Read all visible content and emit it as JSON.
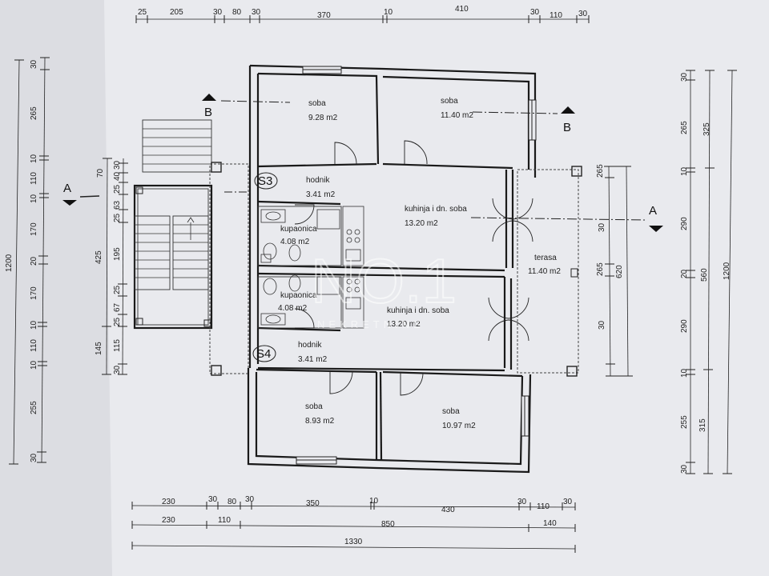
{
  "dims": {
    "top": [
      "25",
      "205",
      "30",
      "80",
      "30",
      "370",
      "10",
      "410",
      "30",
      "110",
      "30"
    ],
    "bottom1": [
      "230",
      "30",
      "80",
      "30",
      "350",
      "10",
      "430",
      "30",
      "110",
      "30"
    ],
    "bottom2": [
      "230",
      "110",
      "850",
      "140"
    ],
    "bottom3": [
      "1330"
    ],
    "left_outer": [
      "1200"
    ],
    "left_mid": [
      "30",
      "265",
      "10",
      "110",
      "10",
      "170",
      "20",
      "170",
      "10",
      "110",
      "10",
      "255",
      "30"
    ],
    "left_inner": [
      "425",
      "145"
    ],
    "left_stair": [
      "30",
      "40",
      "25",
      "63",
      "25",
      "195",
      "25",
      "67",
      "25",
      "115",
      "30"
    ],
    "left_stair_top": [
      "70"
    ],
    "right_inner": [
      "265",
      "30",
      "265",
      "30"
    ],
    "right_inner2": [
      "620"
    ],
    "right_mid": [
      "30",
      "265",
      "10",
      "290",
      "20",
      "290",
      "10",
      "255",
      "30"
    ],
    "right_mid2": [
      "325",
      "560",
      "315"
    ],
    "right_outer": [
      "1200"
    ]
  },
  "rooms": {
    "soba_tl": {
      "name": "soba",
      "area": "9.28 m2"
    },
    "soba_tr": {
      "name": "soba",
      "area": "11.40 m2"
    },
    "hodnik_1": {
      "name": "hodnik",
      "area": "3.41 m2"
    },
    "kupaonica_1": {
      "name": "kupaonica",
      "area": "4.08 m2"
    },
    "kuhinja_1": {
      "name": "kuhinja i dn. soba",
      "area": "13.20 m2"
    },
    "terasa": {
      "name": "terasa",
      "area": "11.40 m2"
    },
    "kupaonica_2": {
      "name": "kupaonica",
      "area": "4.08 m2"
    },
    "kuhinja_2": {
      "name": "kuhinja i dn. soba",
      "area": "13.20 m2"
    },
    "hodnik_2": {
      "name": "hodnik",
      "area": "3.41 m2"
    },
    "soba_bl": {
      "name": "soba",
      "area": "8.93 m2"
    },
    "soba_br": {
      "name": "soba",
      "area": "10.97 m2"
    }
  },
  "tags": {
    "s3": "S3",
    "s4": "S4"
  },
  "sections": {
    "a_left": "A",
    "a_right": "A",
    "b_left": "B",
    "b_right": "B"
  },
  "watermark": {
    "logo": "NO.1",
    "name": "NEKRETNINE"
  }
}
